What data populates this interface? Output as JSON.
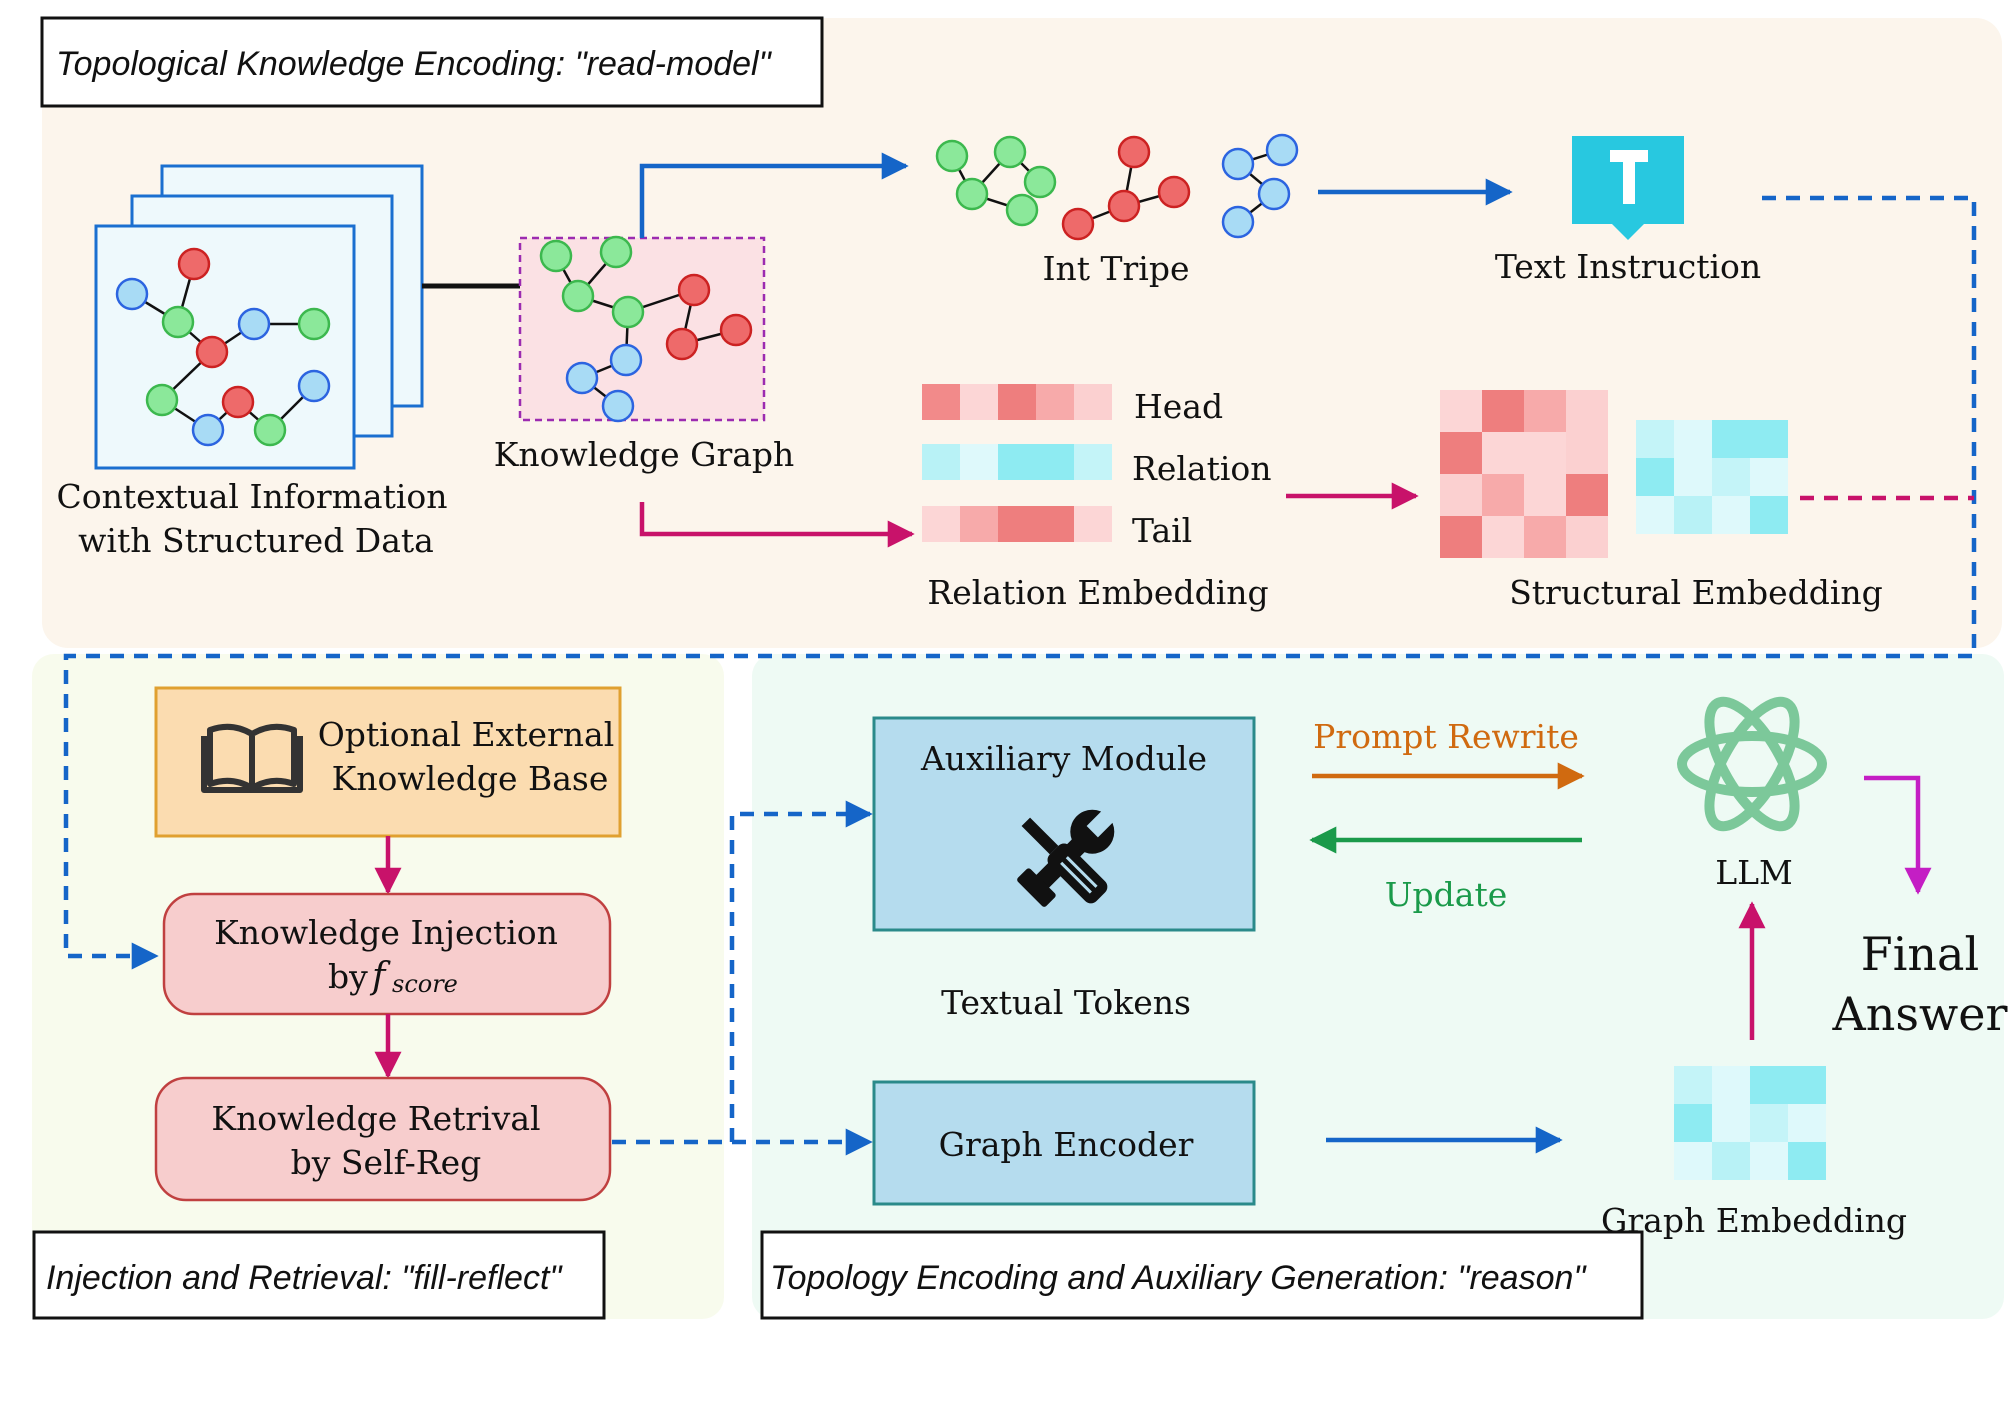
{
  "sections": {
    "top": "Topological Knowledge Encoding: \"read-model\"",
    "left": "Injection and Retrieval: \"fill-reflect\"",
    "right": "Topology Encoding and Auxiliary Generation: \"reason\""
  },
  "top": {
    "context_line1": "Contextual Information",
    "context_line2": "with Structured Data",
    "knowledge_graph": "Knowledge Graph",
    "int_tripe": "Int Tripe",
    "text_instruction": "Text Instruction",
    "head": "Head",
    "relation": "Relation",
    "tail": "Tail",
    "relation_embedding": "Relation Embedding",
    "structural_embedding": "Structural Embedding"
  },
  "left": {
    "kb_line1": "Optional External",
    "kb_line2": "Knowledge Base",
    "inj_line1": "Knowledge Injection",
    "inj_by": "by",
    "inj_f": "f",
    "inj_sub": "score",
    "ret_line1": "Knowledge Retrival",
    "ret_line2": "by Self-Reg"
  },
  "right": {
    "aux_module": "Auxiliary Module",
    "prompt_rewrite": "Prompt Rewrite",
    "update": "Update",
    "llm": "LLM",
    "final1": "Final",
    "final2": "Answer",
    "textual_tokens": "Textual Tokens",
    "graph_encoder": "Graph Encoder",
    "graph_embedding": "Graph Embedding"
  },
  "colors": {
    "top_bg": "#fcf5ec",
    "left_bg": "#f8fbed",
    "right_bg": "#eefaf4",
    "blue_arrow": "#1565c8",
    "magenta_arrow": "#c8126a",
    "orange_arrow": "#d06a10",
    "green_arrow": "#1a9a4a",
    "node_green": "#8be89a",
    "node_red": "#ee6a6a",
    "node_blue": "#a8dbf5",
    "llm_green": "#7cc89a",
    "box_blue": "#b5dcee",
    "box_pink": "#f7cdcd",
    "box_orange": "#fbdcb0"
  }
}
